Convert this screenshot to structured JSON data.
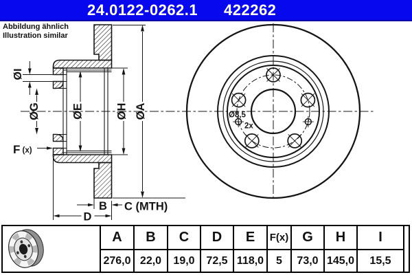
{
  "header": {
    "part_number": "24.0122-0262.1",
    "order_number": "422262",
    "bar_color": "#0808ee"
  },
  "note": {
    "line1": "Abbildung ähnlich",
    "line2": "Illustration similar"
  },
  "drawing": {
    "dim_labels": {
      "a": "ØA",
      "e": "ØE",
      "g": "ØG",
      "h": "ØH",
      "i": "ØI",
      "b": "B",
      "c": "C (MTH)",
      "d": "D",
      "f": "F",
      "f_sub": "(x)"
    },
    "annotations": {
      "hole_diameter": "Ø8,5",
      "hole_count": "2x"
    }
  },
  "table": {
    "headers": [
      "A",
      "B",
      "C",
      "D",
      "E",
      "F(x)",
      "G",
      "H",
      "I"
    ],
    "values": [
      "276,0",
      "22,0",
      "19,0",
      "72,5",
      "118,0",
      "5",
      "73,0",
      "145,0",
      "15,5"
    ]
  }
}
